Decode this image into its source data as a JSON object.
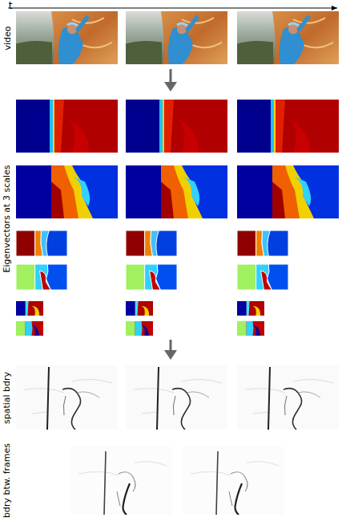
{
  "diagram": {
    "labels": [
      "t",
      "video",
      "Eigenvectors at 3 scales",
      "spatial bdry",
      "bdry btw. frames"
    ]
  }
}
